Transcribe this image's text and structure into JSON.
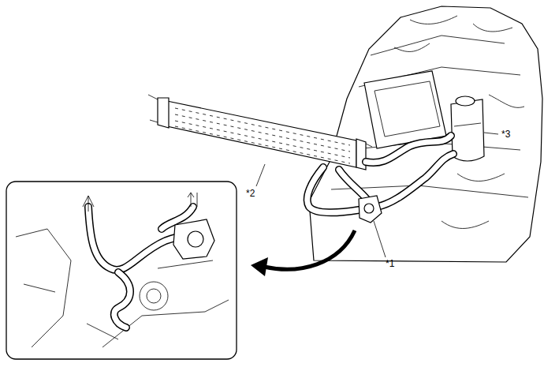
{
  "diagram": {
    "labels": [
      "*1",
      "*2",
      "*3"
    ]
  }
}
